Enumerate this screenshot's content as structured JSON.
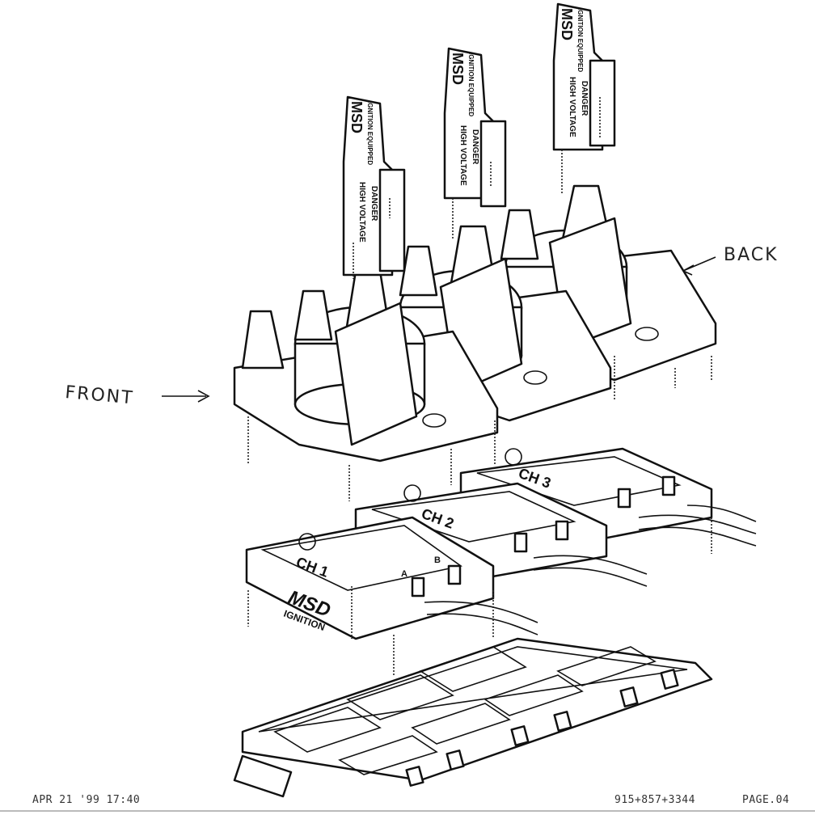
{
  "labels": {
    "front": "FRONT",
    "back": "BACK",
    "tag_brand": "MSD",
    "tag_line": "IGNITION EQUIPPED",
    "tag_warning_1": "DANGER",
    "tag_warning_2": "HIGH VOLTAGE",
    "module_brand": "MSD",
    "module_sub": "IGNITION",
    "channels": [
      "CH 1",
      "CH 2",
      "CH 3"
    ],
    "terminal_a": "A",
    "terminal_b": "B"
  },
  "fax_header": {
    "timestamp": "APR 21 '99 17:40",
    "phone": "915+857+3344",
    "page": "PAGE.04"
  }
}
